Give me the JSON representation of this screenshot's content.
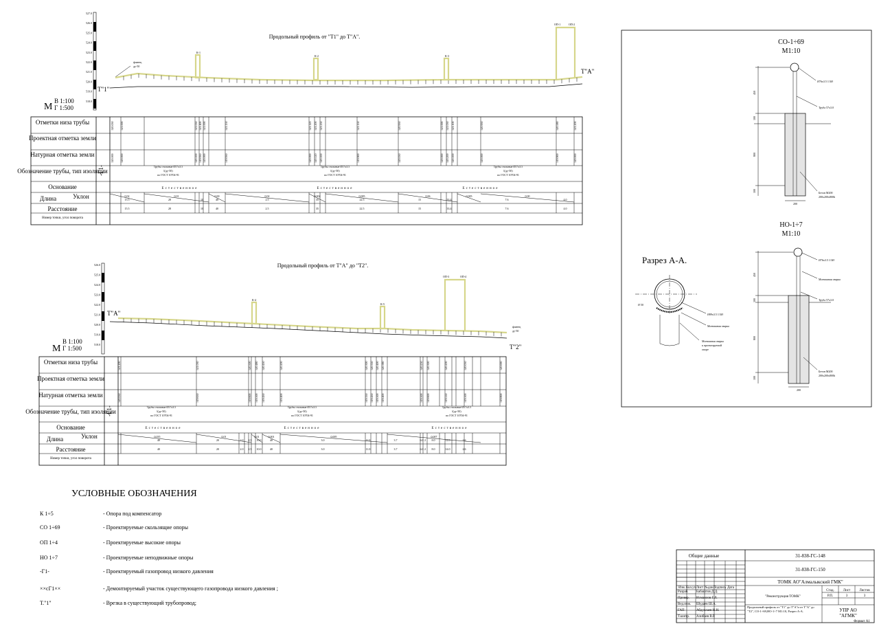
{
  "profile1": {
    "title": "Продольный профиль от \"Т1\" до Т\"А\".",
    "scale_m": "М",
    "scale_v": "В 1:100",
    "scale_h": "Г 1:500",
    "start_label": "Т\"1\"",
    "end_label": "Т\"А\"",
    "gas_mark": "-Г1-",
    "flange_note": "фланец",
    "flange_du": "ду-50",
    "axis_ticks": [
      "527.0",
      "526.0",
      "525.0",
      "524.0",
      "523.0",
      "522.0",
      "521.0",
      "520.0",
      "519.0",
      "518.0"
    ],
    "supports": [
      "К-1",
      "К-2",
      "К-3",
      "ОП-1",
      "ОП-2"
    ],
    "rows": [
      "Отметки низа трубы",
      "Проектная отметка земли",
      "Натурная отметка земли",
      "Обозначение трубы, тип изоляции",
      "Основание",
      "Длина",
      "Уклон",
      "Расстояние",
      "Номер точки, угол поворота"
    ],
    "pipe_note": "Трубы стальные Ø57х3.5",
    "pipe_note2": "l(ду-50)",
    "pipe_note3": "по ГОСТ 10704-91",
    "base": "Естественное",
    "slopes": [
      "0.02",
      "0.01",
      "0.00",
      "0.02",
      "0.002",
      "0.005",
      "0.06",
      "0.005",
      "0.00"
    ],
    "lengths": [
      "15.5",
      "28",
      "10",
      "40",
      "2.5",
      "35",
      "22.5",
      "15",
      "33.4",
      "7.6",
      "4.0"
    ],
    "distances": [
      "15.5",
      "28",
      "10",
      "40",
      "2.5",
      "35",
      "22.5",
      "15",
      "33.4",
      "7.6",
      "4.0"
    ],
    "pipe_marks": [
      "520.050",
      "521.000",
      "521.050",
      "521.400",
      "521.000",
      "521.150",
      "521.120",
      "521.200",
      "521.250",
      "521.150",
      "520.950",
      "521.000",
      "521.050",
      "521.100",
      "520.950",
      "520.580",
      "521.200"
    ],
    "ground_marks": [
      "520.000",
      "520.000",
      "520.100",
      "519.950",
      "520.000",
      "519.950",
      "520.000",
      "520.120",
      "520.100",
      "519.900",
      "520.050",
      "520.000",
      "520.200",
      "520.100",
      "520.000",
      "519.900",
      "520.000"
    ]
  },
  "profile2": {
    "title": "Продольный профиль от Т\"А\" до \"Т2\".",
    "scale_m": "М",
    "scale_v": "В 1:100",
    "scale_h": "Г 1:500",
    "start_label": "Т\"А\"",
    "end_label": "Т\"2\"",
    "gas_mark": "-Г1-",
    "flange_note": "фланец",
    "flange_du": "ду-50",
    "axis_ticks": [
      "526.0",
      "525.0",
      "524.0",
      "523.0",
      "522.0",
      "521.0",
      "520.0",
      "519.0",
      "518.0"
    ],
    "supports": [
      "К-4",
      "К-5",
      "ОП-3",
      "ОП-4"
    ],
    "rows": [
      "Отметки низа трубы",
      "Проектная отметка земли",
      "Натурная отметка земли",
      "Обозначение трубы, тип изоляции",
      "Основание",
      "Длина",
      "Уклон",
      "Расстояние",
      "Номер точки, угол поворота"
    ],
    "pipe_note": "Трубы стальные Ø57х3.5",
    "pipe_note2": "l(ду-50)",
    "pipe_note3": "по ГОСТ 10704-91",
    "base": "Естественное",
    "slopes": [
      "0.035",
      "0.01",
      "0.01",
      "0.001",
      "0.005",
      "0.007"
    ],
    "lengths": [
      "40",
      "20",
      "2.0",
      "2.5",
      "10.0",
      "40",
      "3.0",
      "11.0",
      "3.7",
      "6.0",
      "2",
      "8.0",
      "14.0",
      "2.6"
    ],
    "distances": [
      "40",
      "20",
      "2.0",
      "2.5",
      "10.0",
      "40",
      "3.0",
      "11.0",
      "3.7",
      "6.0",
      "2",
      "8.0",
      "14.0",
      "2.6"
    ],
    "pipe_marks": [
      "521.200",
      "521.030",
      "520.500",
      "520.480",
      "520.450",
      "520.200",
      "520.300",
      "520.350",
      "520.400",
      "520.380",
      "520.250",
      "520.300",
      "520.200",
      "520.050",
      "520.000"
    ],
    "ground_marks": [
      "520.050",
      "519.650",
      "519.600",
      "519.500",
      "519.450",
      "519.400",
      "519.350",
      "519.450",
      "519.500",
      "519.400",
      "519.500",
      "519.600",
      "519.550",
      "519.500",
      "519.800"
    ]
  },
  "legend": {
    "title": "УСЛОВНЫЕ ОБОЗНАЧЕНИЯ",
    "items": [
      {
        "code": "К 1÷5",
        "text": "- Опора под компенсатор"
      },
      {
        "code": "СО 1÷69",
        "text": "- Проектируемые скользящие опоры"
      },
      {
        "code": "ОП 1÷4",
        "text": "- Проектируемые высокие опоры"
      },
      {
        "code": "НО 1÷7",
        "text": "- Проектируемые неподвижные опоры"
      },
      {
        "code": "-Г1-",
        "text": "- Проектируемый газопровод низкого давления"
      },
      {
        "code": "××сГ1××",
        "text": "- Демонтируемый участок существующего газопровода низкого давления ;"
      },
      {
        "code": "Т.\"1\"",
        "text": "- Врезка в существующий трубопровод;"
      }
    ]
  },
  "details": {
    "co_title": "СО-1÷69",
    "co_scale": "М1:10",
    "co_pipe": "Ø76х3.5 1/3Ø",
    "co_tube": "Труба 57х3.0",
    "co_concrete": "Бетон М200",
    "co_concrete_dim": "200х200х800h",
    "co_dims": [
      "450",
      "100",
      "800",
      "100"
    ],
    "co_width": "200",
    "ho_title": "НО-1÷7",
    "ho_scale": "М1:10",
    "ho_pipe": "Ø76х3.5 1/3Ø",
    "ho_weld": "Монтажная сварка",
    "ho_tube": "Труба 57х3.0",
    "ho_concrete": "Бетон М200",
    "ho_concrete_dim": "200х200х800h",
    "ho_dims": [
      "450",
      "100",
      "800",
      "100"
    ],
    "ho_width": "200",
    "section_title": "Разрез А-А.",
    "section_pipe": "Ø89х3.5 1/3Ø",
    "section_weld": "Монтажная сварка",
    "section_weld2": "Монтажная сварка",
    "section_weld3": "к проектируемой",
    "section_weld4": "опоре",
    "section_dim": "Ø 50"
  },
  "stamp": {
    "general": "Общие данные",
    "code1": "31-838-ГС-148",
    "code2": "31-838-ГС-150",
    "org": "ТОМК АО\"Алмалыкский ГМК\"",
    "project": "\"Реконструкция ТОМК\"",
    "stage_h": "Стад.",
    "sheet_h": "Лист",
    "sheets_h": "Листов",
    "stage": "Р.П.",
    "sheet": "3",
    "sheets": "3",
    "desc": "Продольный профиль от \"Т1\" до Т\"А\"и от Т\"А\" до \"Т2\", СО-1÷69,НО-1÷7 М1:10, Разрез А-А.",
    "company1": "УПР АО",
    "company2": "\"АГМК\"",
    "format": "Формат А1",
    "cols": [
      "Изм.",
      "Кол.уч",
      "Лист",
      "№док.",
      "Подпись",
      "Дата"
    ],
    "roles": [
      "Разраб.",
      "Провер.",
      "Вед.инж.",
      "ГАП",
      "Т.контр."
    ],
    "names": [
      "Бабаштов Д.Д.",
      "Исмаилов Г.Л.",
      "Шудаев Ш.А.",
      "Абдуллаев Н.Н.",
      "Алибаев В.Р."
    ]
  }
}
